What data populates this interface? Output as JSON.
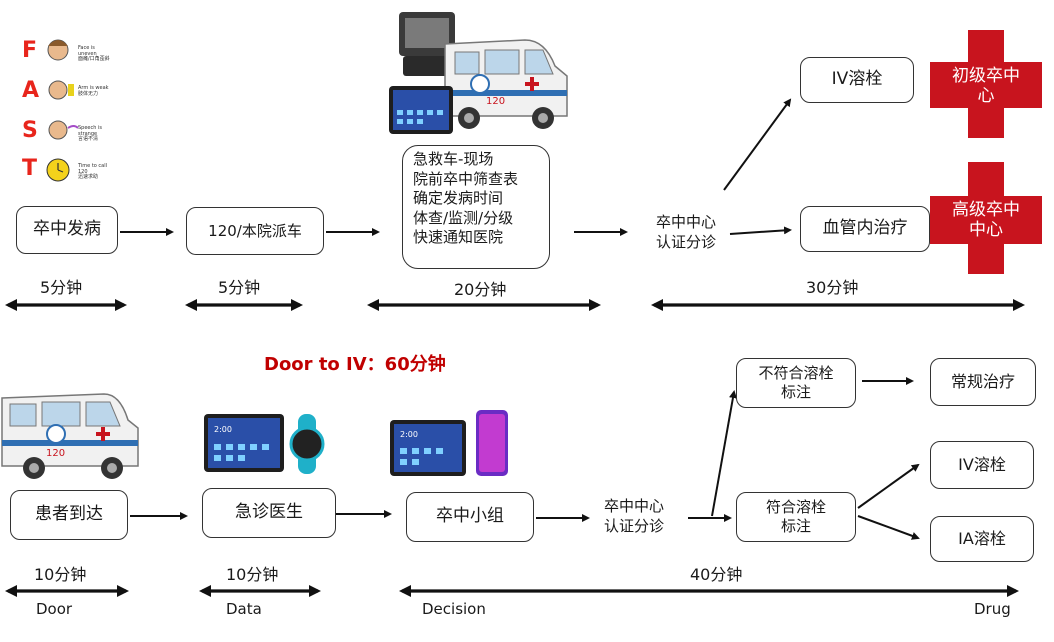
{
  "fast": {
    "letters": [
      "F",
      "A",
      "S",
      "T"
    ],
    "lines": [
      [
        "Face is uneven",
        "面瘫/口角歪斜"
      ],
      [
        "Arm is weak",
        "肢体无力"
      ],
      [
        "Speech is strange",
        "言语不清"
      ],
      [
        "Time to call 120",
        "迅速求助"
      ]
    ]
  },
  "top_row": {
    "stroke_onset": "卒中发病",
    "dispatch": "120/本院派车",
    "ambulance_tasks": [
      "急救车-现场",
      "院前卒中筛查表",
      "确定发病时间",
      "体查/监测/分级",
      "快速通知医院"
    ],
    "triage": [
      "卒中中心",
      "认证分诊"
    ],
    "iv": "IV溶栓",
    "endo": "血管内治疗",
    "primary_center": [
      "初级卒中",
      "心"
    ],
    "advanced_center": [
      "高级卒中",
      "中心"
    ],
    "amb_number": "120"
  },
  "top_times": [
    "5分钟",
    "5分钟",
    "20分钟",
    "30分钟"
  ],
  "headline": "Door to IV：60分钟",
  "bottom_row": {
    "arrival": "患者到达",
    "er_doctor": "急诊医生",
    "stroke_team": "卒中小组",
    "triage": [
      "卒中中心",
      "认证分诊"
    ],
    "not_eligible": [
      "不符合溶栓",
      "标注"
    ],
    "conventional": "常规治疗",
    "eligible": [
      "符合溶栓",
      "标注"
    ],
    "iv": "IV溶栓",
    "ia": "IA溶栓",
    "amb_number": "120",
    "tablet_time": "2:00"
  },
  "bottom_times": [
    "10分钟",
    "10分钟",
    "40分钟"
  ],
  "bottom_labels": [
    "Door",
    "Data",
    "Decision",
    "Drug"
  ],
  "colors": {
    "accent_red": "#c8141e",
    "headline_red": "#c00000"
  }
}
